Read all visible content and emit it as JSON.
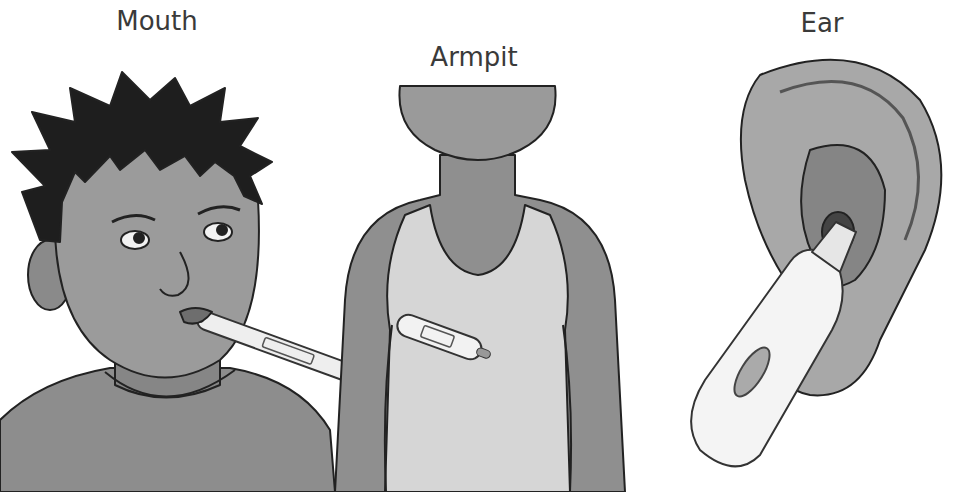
{
  "diagram": {
    "labels": [
      "Mouth",
      "Armpit",
      "Ear"
    ]
  }
}
